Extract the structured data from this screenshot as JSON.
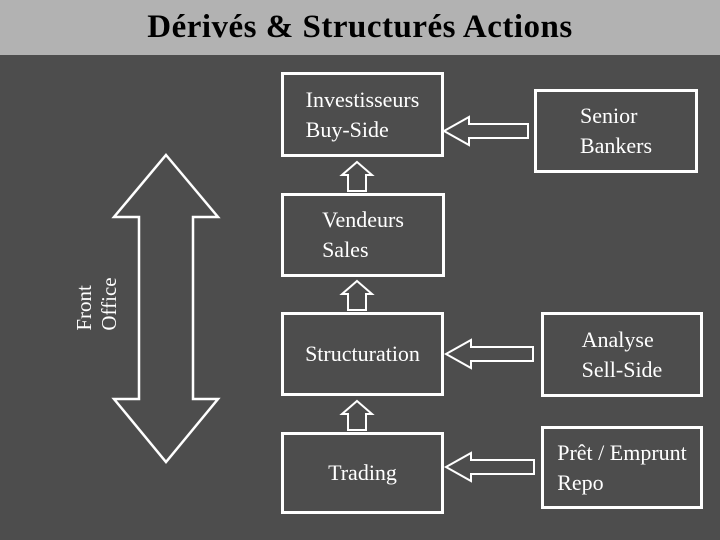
{
  "title": "Dérivés & Structurés Actions",
  "colors": {
    "header_bg": "#b2b2b2",
    "body_bg": "#4d4d4d",
    "box_border": "#ffffff",
    "box_text": "#ffffff",
    "title_text": "#000000",
    "arrow_stroke": "#ffffff"
  },
  "front_office": {
    "line1": "Front",
    "line2": "Office"
  },
  "boxes": {
    "investisseurs": {
      "line1": "Investisseurs",
      "line2": "Buy-Side"
    },
    "senior_bankers": {
      "line1": "Senior",
      "line2": "Bankers"
    },
    "vendeurs": {
      "line1": "Vendeurs",
      "line2": "Sales"
    },
    "structuration": {
      "line1": "Structuration"
    },
    "analyse_sell_side": {
      "line1": "Analyse",
      "line2": "Sell-Side"
    },
    "trading": {
      "line1": "Trading"
    },
    "pret_emprunt_repo": {
      "line1": "Prêt / Emprunt",
      "line2": "Repo"
    }
  },
  "arrows": [
    {
      "name": "front-office-double-arrow",
      "direction": "vertical-both"
    },
    {
      "name": "up-arrow-vendeurs-to-investisseurs",
      "direction": "up"
    },
    {
      "name": "up-arrow-structuration-to-vendeurs",
      "direction": "up"
    },
    {
      "name": "up-arrow-trading-to-structuration",
      "direction": "up"
    },
    {
      "name": "left-arrow-senior-bankers-to-investisseurs",
      "direction": "left"
    },
    {
      "name": "left-arrow-analyse-to-structuration",
      "direction": "left"
    },
    {
      "name": "left-arrow-pret-to-trading",
      "direction": "left"
    }
  ]
}
